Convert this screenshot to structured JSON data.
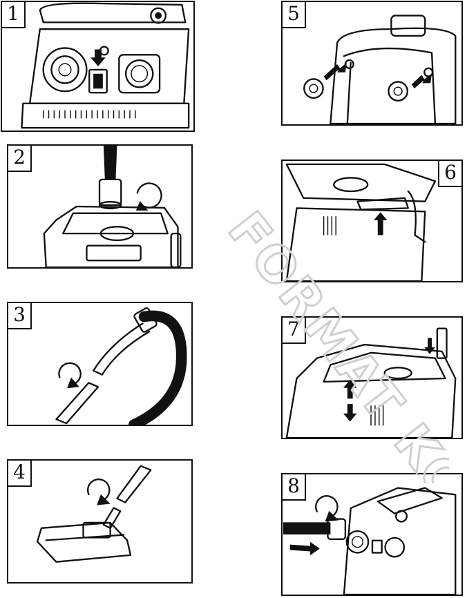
{
  "steps": [
    {
      "number": "1"
    },
    {
      "number": "2"
    },
    {
      "number": "3"
    },
    {
      "number": "4"
    },
    {
      "number": "5"
    },
    {
      "number": "6"
    },
    {
      "number": "7"
    },
    {
      "number": "8"
    }
  ],
  "watermark": {
    "text": "FORMAT KC"
  }
}
